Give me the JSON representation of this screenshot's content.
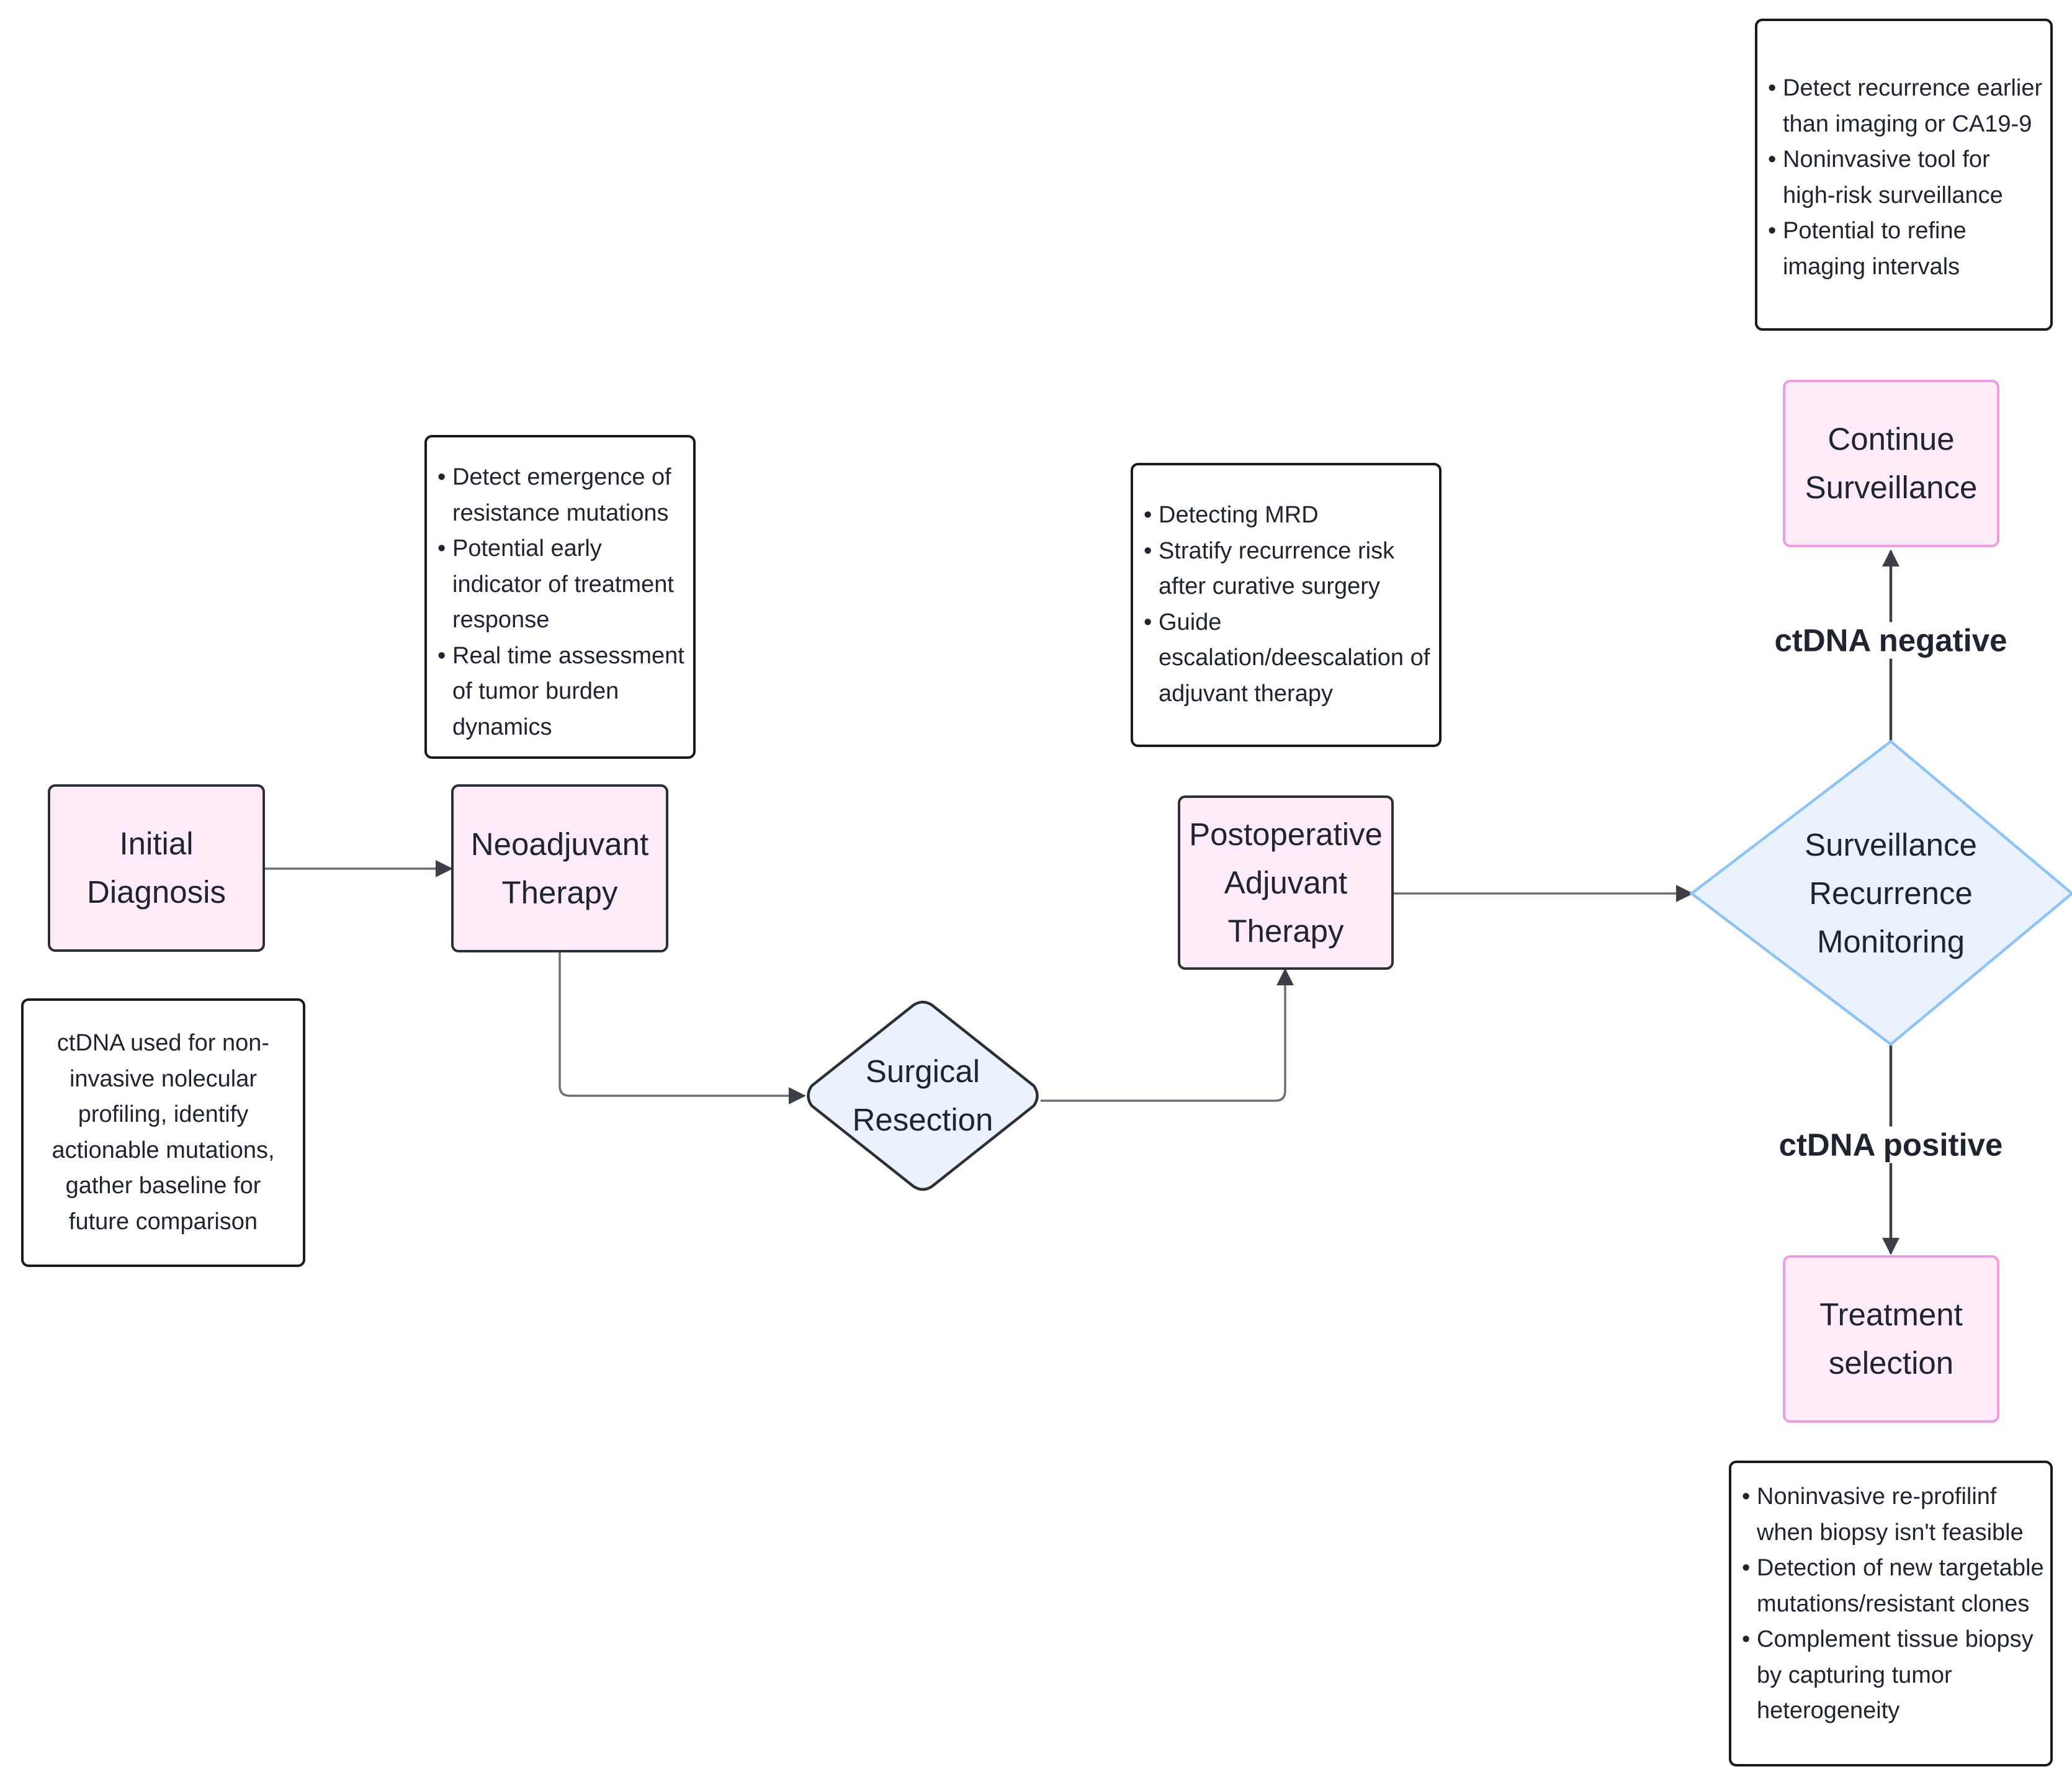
{
  "nodes": {
    "initial": "Initial Diagnosis",
    "neoadjuvant": "Neoadjuvant Therapy",
    "surgical": "Surgical Resection",
    "postop": "Postoperative Adjuvant Therapy",
    "surveillance": "Surveillance Recurrence Monitoring",
    "continue": "Continue Surveillance",
    "treatment": "Treatment selection"
  },
  "edges": {
    "negative": "ctDNA negative",
    "positive": "ctDNA positive"
  },
  "notes": {
    "initial": "ctDNA used for non-invasive nolecular profiling, identify actionable mutations, gather baseline for future comparison",
    "neoadjuvant": [
      "Detect emergence of resistance mutations",
      "Potential early indicator of treatment response",
      "Real time assessment of tumor burden dynamics"
    ],
    "postop": [
      "Detecting MRD",
      "Stratify recurrence risk after curative surgery",
      "Guide escalation/deescalation of adjuvant therapy"
    ],
    "surveillance": [
      "Detect recurrence earlier than imaging or CA19-9",
      "Noninvasive tool for high-risk surveillance",
      "Potential to refine imaging intervals"
    ],
    "treatment": [
      "Noninvasive re-profilinf when biopsy isn't feasible",
      "Detection of new targetable mutations/resistant clones",
      "Complement tissue biopsy by capturing tumor heterogeneity"
    ]
  },
  "colors": {
    "node_fill": "#fdecf8",
    "node_pink_border": "#ef9ce0",
    "diamond_fill": "#eaf3fd",
    "surgical_border": "#2d2f36",
    "surveillance_border": "#8ec3f5",
    "connector": "#6b6f78"
  }
}
